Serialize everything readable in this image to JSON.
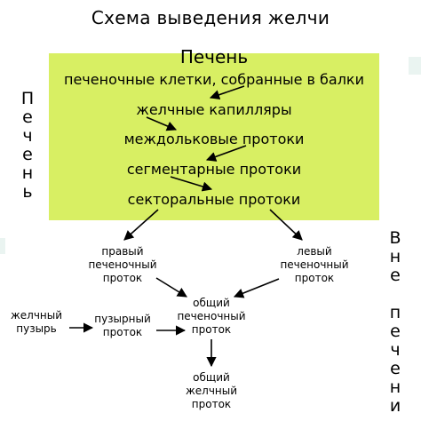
{
  "title": "Схема выведения желчи",
  "liver": {
    "heading": "Печень",
    "steps": [
      "печеночные клетки, собранные в балки",
      "желчные капилляры",
      "междольковые протоки",
      "сегментарные протоки",
      "секторальные протоки"
    ]
  },
  "side_labels": {
    "left": "П\nе\nч\nе\nн\nь",
    "right": "В\nн\nе\n\nп\nе\nч\nе\nн\nи"
  },
  "ducts": {
    "right_hepatic": "правый\nпеченочный\nпроток",
    "left_hepatic": "левый\nпеченочный\nпроток",
    "common_hepatic": "общий\nпеченочный\nпроток",
    "gallbladder": "желчный\nпузырь",
    "cystic": "пузырный\nпроток",
    "common_bile": "общий\nжелчный\nпроток"
  },
  "colors": {
    "liver_fill": "#d8ef63",
    "text": "#000000",
    "arrow": "#000000"
  }
}
